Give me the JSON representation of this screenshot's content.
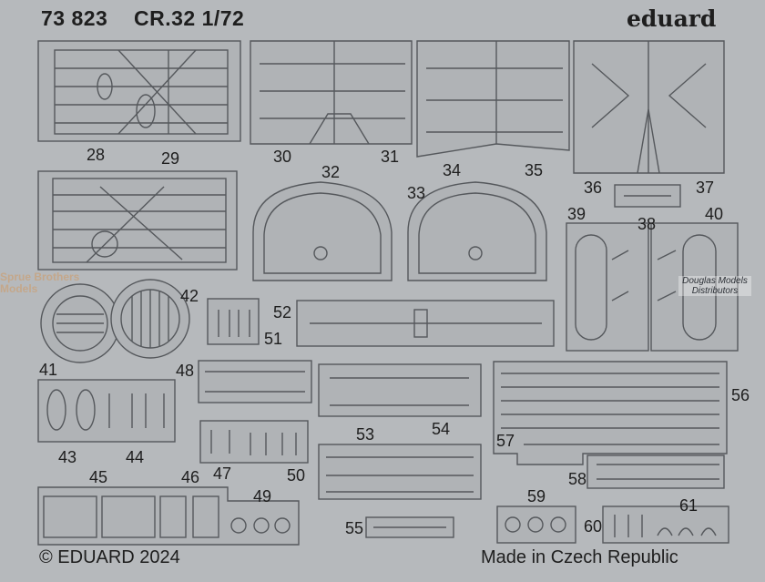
{
  "header": {
    "catalog_number": "73 823",
    "title": "CR.32 1/72",
    "brand": "eduard"
  },
  "part_numbers": [
    "28",
    "29",
    "30",
    "31",
    "32",
    "33",
    "34",
    "35",
    "36",
    "37",
    "38",
    "39",
    "40",
    "41",
    "42",
    "43",
    "44",
    "45",
    "46",
    "47",
    "48",
    "49",
    "50",
    "51",
    "52",
    "53",
    "54",
    "55",
    "56",
    "57",
    "58",
    "59",
    "60",
    "61"
  ],
  "footer": {
    "copyright": "© EDUARD 2024",
    "origin": "Made in Czech Republic"
  },
  "watermarks": {
    "left": "Sprue Brothers Models",
    "right": "Douglas Models Distributors"
  },
  "colors": {
    "metal": "#b6b9bc",
    "etched_line": "#5a5d61",
    "text": "#1e1e1e"
  }
}
